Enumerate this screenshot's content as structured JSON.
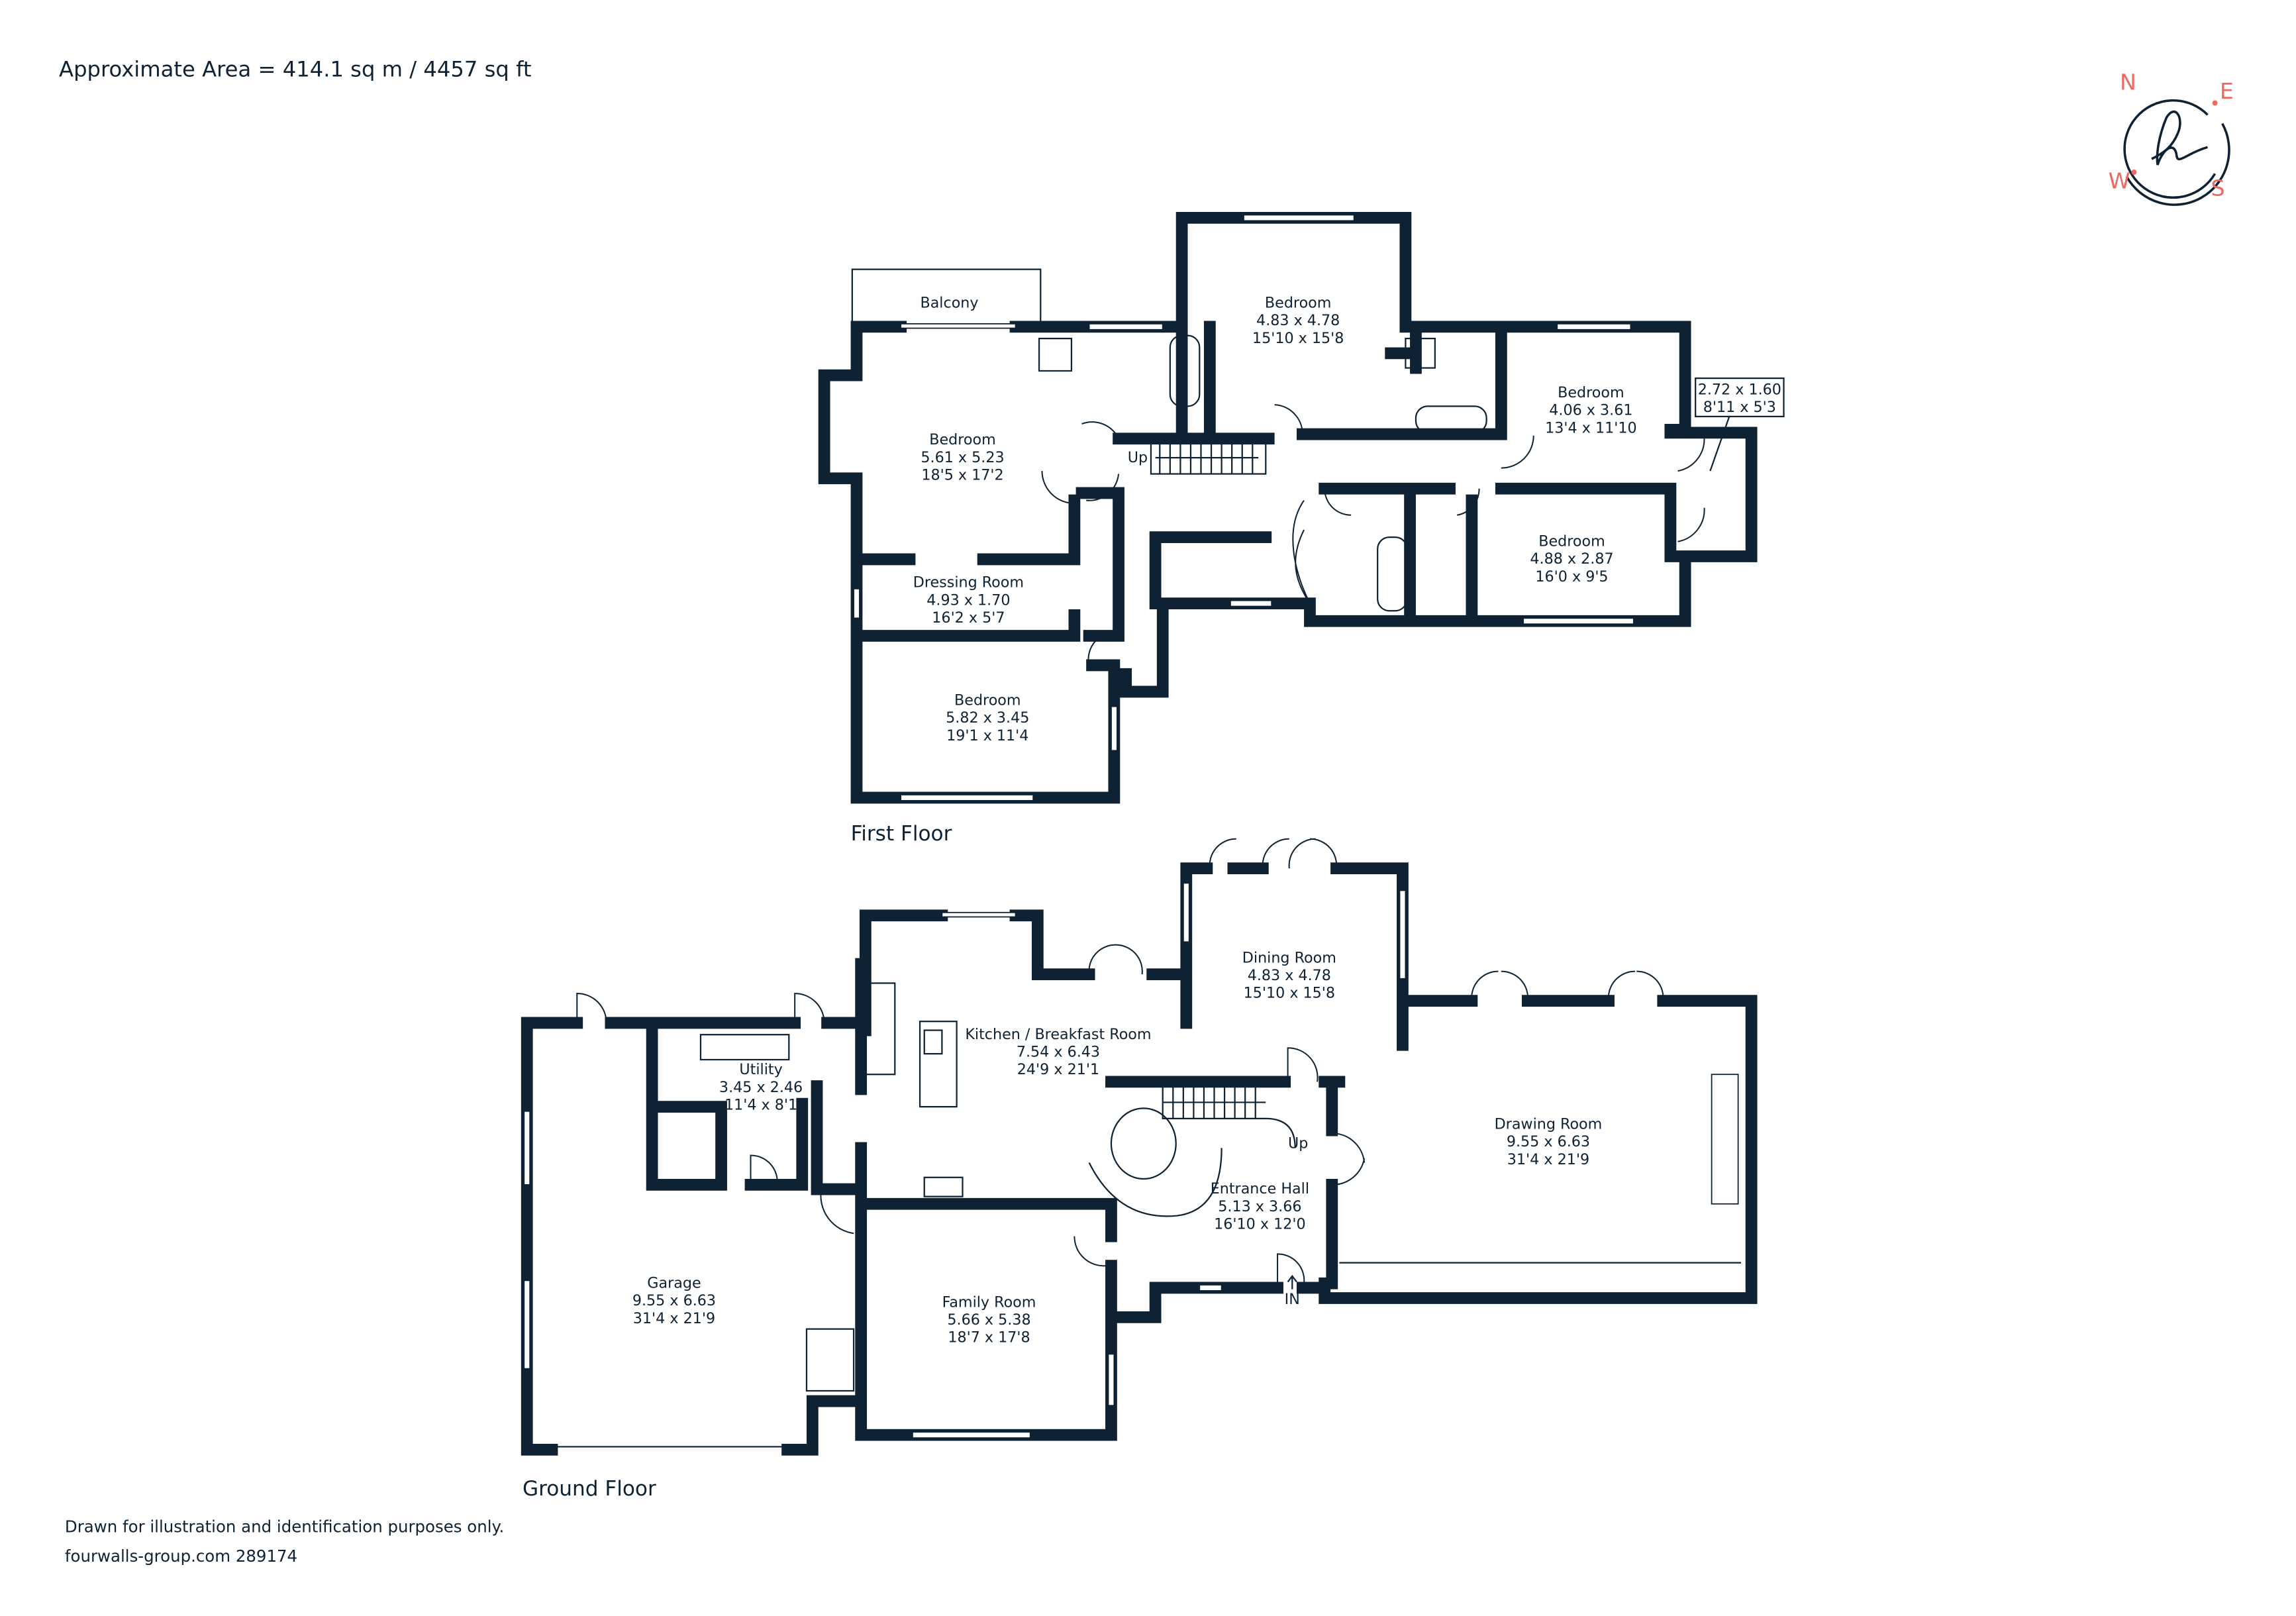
{
  "header": {
    "area": "Approximate Area = 414.1 sq m / 4457 sq ft"
  },
  "compass": {
    "n": "N",
    "e": "E",
    "s": "S",
    "w": "W",
    "logo": "h",
    "ring_color": "#0f2233",
    "letter_color": "#ec6a62"
  },
  "colors": {
    "wall": "#0f2233",
    "background": "#ffffff"
  },
  "first_floor": {
    "label": "First Floor",
    "stairs_label": "Up",
    "rooms": [
      {
        "name": "Balcony"
      },
      {
        "name": "Bedroom",
        "metric": "5.61 x 5.23",
        "imperial": "18'5 x 17'2"
      },
      {
        "name": "Bedroom",
        "metric": "4.83 x 4.78",
        "imperial": "15'10 x 15'8"
      },
      {
        "name": "Bedroom",
        "metric": "4.06 x 3.61",
        "imperial": "13'4 x 11'10"
      },
      {
        "name": "Bedroom",
        "metric": "4.88 x 2.87",
        "imperial": "16'0 x 9'5"
      },
      {
        "name": "Dressing Room",
        "metric": "4.93 x 1.70",
        "imperial": "16'2 x 5'7"
      },
      {
        "name": "Bedroom",
        "metric": "5.82 x 3.45",
        "imperial": "19'1 x 11'4"
      }
    ],
    "callout": {
      "metric": "2.72 x 1.60",
      "imperial": "8'11 x 5'3"
    }
  },
  "ground_floor": {
    "label": "Ground Floor",
    "stairs_label": "Up",
    "entrance_label": "IN",
    "rooms": [
      {
        "name": "Kitchen / Breakfast Room",
        "metric": "7.54 x 6.43",
        "imperial": "24'9 x 21'1"
      },
      {
        "name": "Dining Room",
        "metric": "4.83 x 4.78",
        "imperial": "15'10 x 15'8"
      },
      {
        "name": "Utility",
        "metric": "3.45 x 2.46",
        "imperial": "11'4 x 8'1"
      },
      {
        "name": "Drawing Room",
        "metric": "9.55 x 6.63",
        "imperial": "31'4 x 21'9"
      },
      {
        "name": "Entrance Hall",
        "metric": "5.13 x 3.66",
        "imperial": "16'10 x 12'0"
      },
      {
        "name": "Garage",
        "metric": "9.55 x 6.63",
        "imperial": "31'4 x 21'9"
      },
      {
        "name": "Family Room",
        "metric": "5.66 x 5.38",
        "imperial": "18'7 x 17'8"
      }
    ]
  },
  "footer": {
    "disclaimer": "Drawn for illustration and identification purposes only.",
    "reference": "fourwalls-group.com 289174"
  }
}
